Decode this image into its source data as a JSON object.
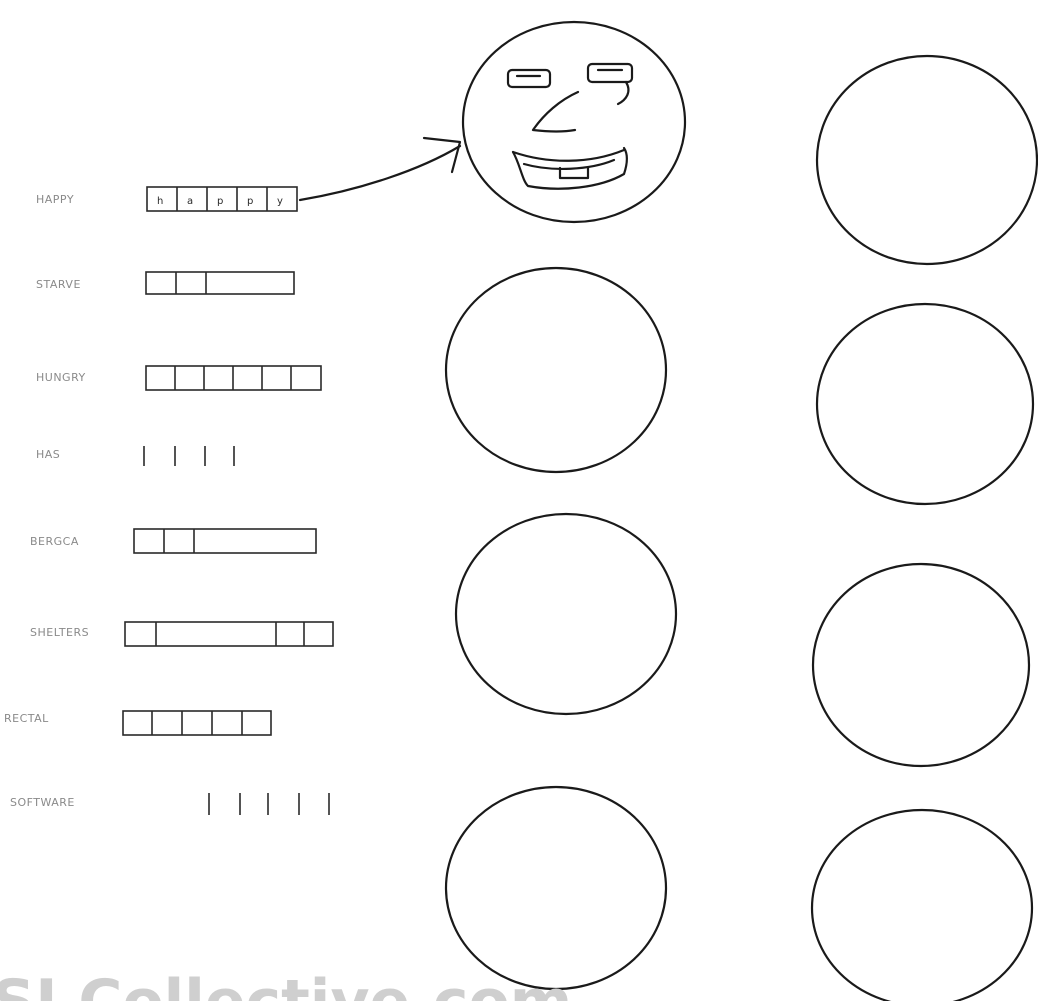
{
  "rows": [
    {
      "label": "HAPPY",
      "letters": [
        "h",
        "a",
        "p",
        "p",
        "y"
      ]
    },
    {
      "label": "STARVE"
    },
    {
      "label": "HUNGRY"
    },
    {
      "label": "HAS"
    },
    {
      "label": "BERGCA"
    },
    {
      "label": "SHELTERS"
    },
    {
      "label": "RECTAL"
    },
    {
      "label": "SOFTWARE"
    }
  ],
  "watermark": "SI Collective.com",
  "colors": {
    "ink": "#1a1a1a",
    "label": "#8a8a8a",
    "watermark": "#cfcfcf",
    "background": "#ffffff"
  }
}
